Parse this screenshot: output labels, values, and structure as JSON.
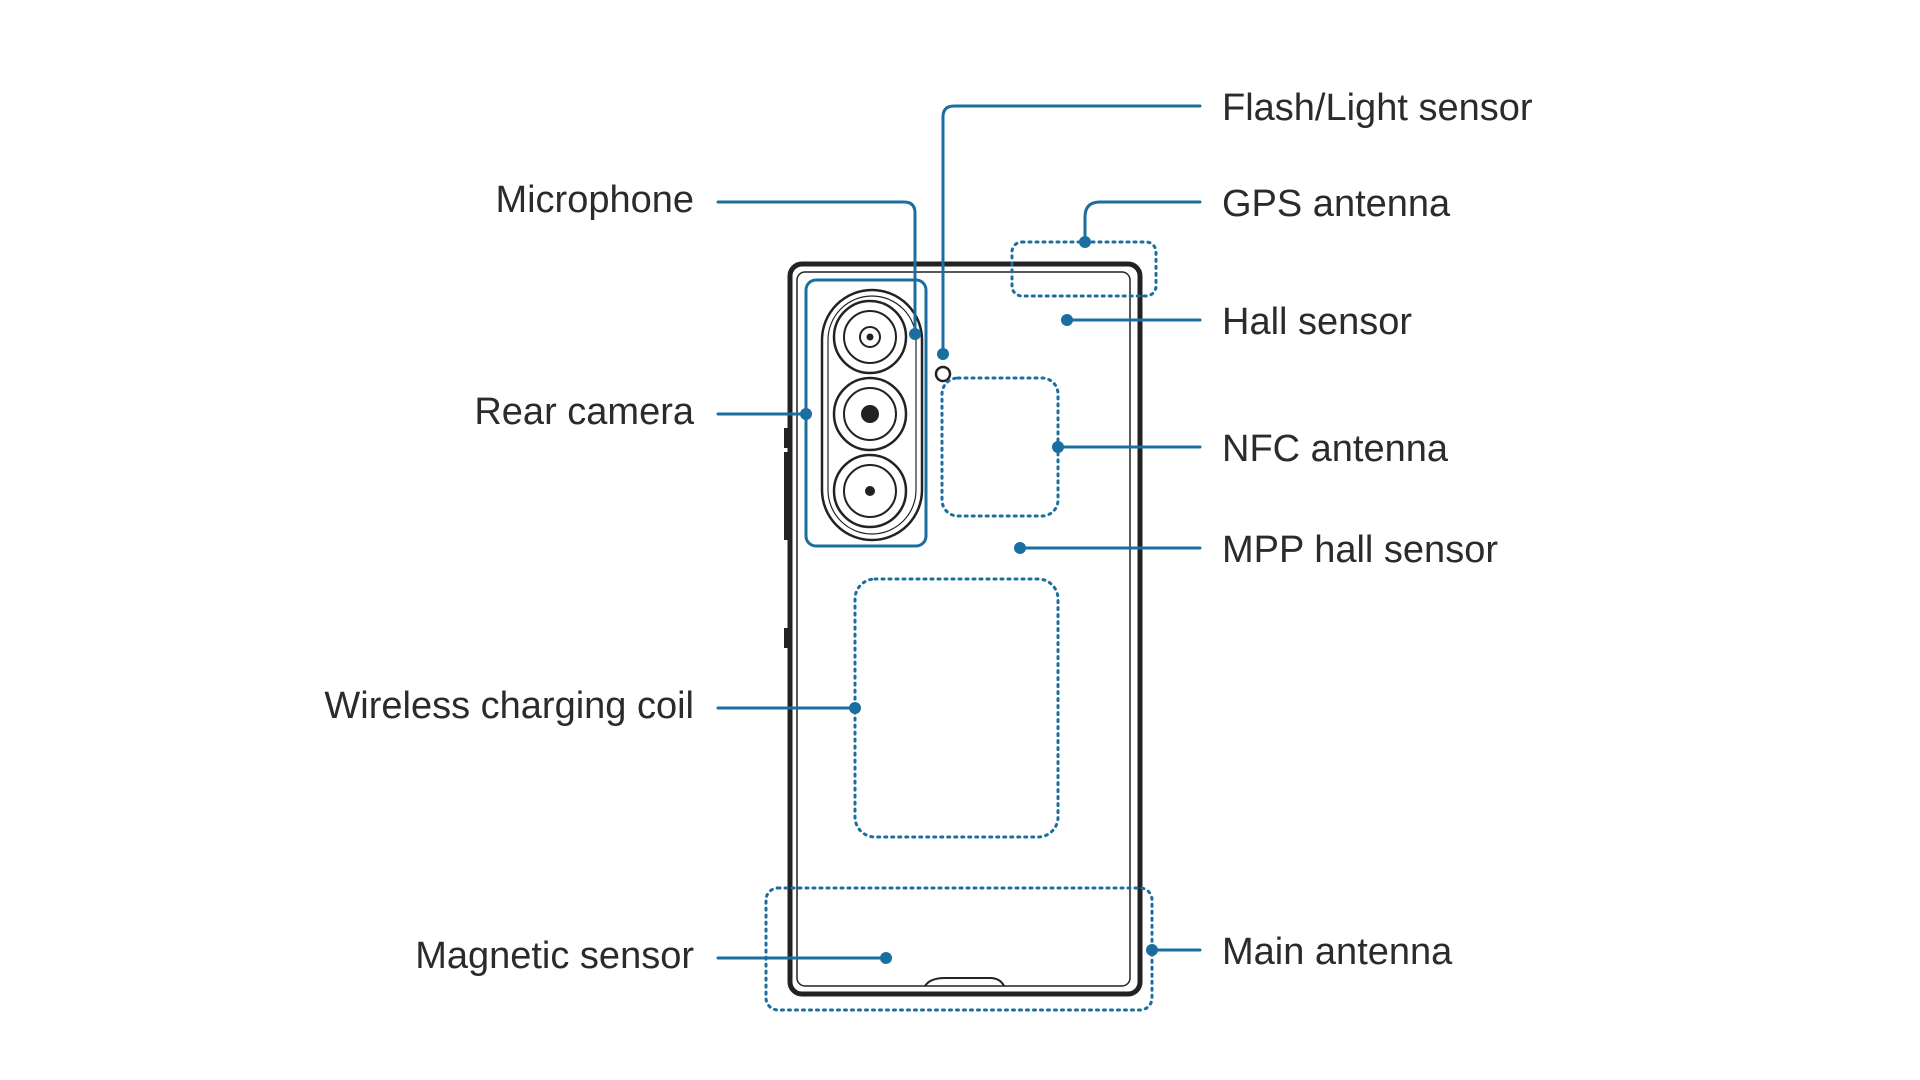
{
  "colors": {
    "accent": "#1a6fa0",
    "outline": "#222222",
    "text": "#2b2b2b",
    "background": "#ffffff"
  },
  "labels": {
    "flash_light_sensor": "Flash/Light sensor",
    "gps_antenna": "GPS antenna",
    "microphone": "Microphone",
    "hall_sensor": "Hall sensor",
    "rear_camera": "Rear camera",
    "nfc_antenna": "NFC antenna",
    "mpp_hall_sensor": "MPP hall sensor",
    "wireless_charging_coil": "Wireless charging coil",
    "magnetic_sensor": "Magnetic sensor",
    "main_antenna": "Main antenna"
  }
}
